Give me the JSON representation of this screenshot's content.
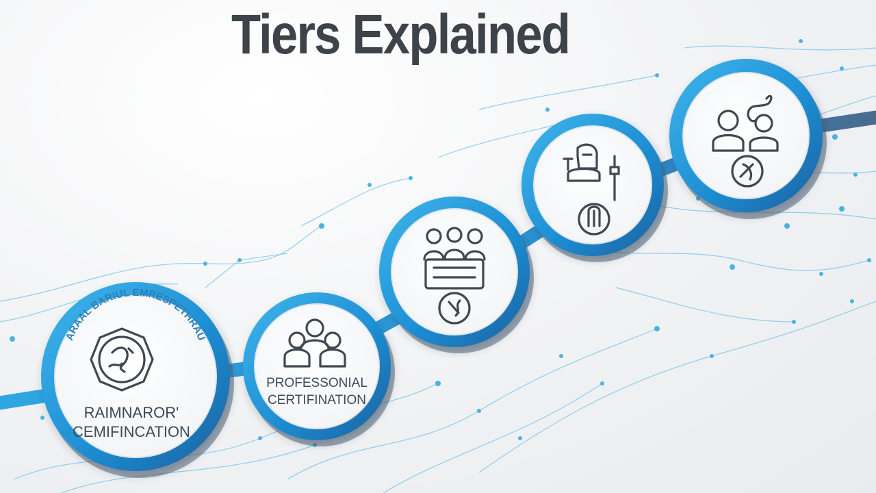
{
  "title": "Tiers Explained",
  "colors": {
    "accent": "#2aa3df",
    "ring_dark": "#1f6fb0",
    "ring_shadow": "#56677a",
    "text_dark": "#3d4349"
  },
  "tiers": [
    {
      "icon": "seal-badge-icon",
      "arc_text": "ARAAL BARIUL EMRESPETHRAU",
      "label_line1": "RAIMNAROR'",
      "label_line2": "CEMIFINCATION"
    },
    {
      "icon": "group-of-people-icon",
      "label_line1": "PROFESSONIAL",
      "label_line2": "CERTIFINATION"
    },
    {
      "icon": "team-meeting-icon"
    },
    {
      "icon": "person-with-tools-icon"
    },
    {
      "icon": "collaboration-people-icon"
    }
  ]
}
